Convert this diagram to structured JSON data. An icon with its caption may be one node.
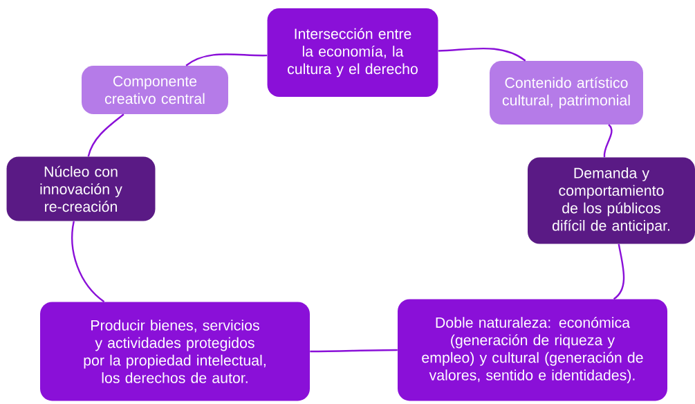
{
  "diagram": {
    "nodes": [
      {
        "text": [
          "Intersección entre la economía, la cultura y el derecho"
        ]
      },
      {
        "text": [
          "Contenido artístico cultural, patrimonial"
        ]
      },
      {
        "text": [
          "Demanda y comportamiento de los públicos difícil de anticipar."
        ]
      },
      {
        "text": [
          "Doble naturaleza: económica (generación de riqueza y empleo) y cultural (generación de valores, sentido e identidades)."
        ]
      },
      {
        "text": [
          "Producir bienes, servicios y actividades protegidos por la propiedad intelectual, los derechos de autor."
        ]
      },
      {
        "text": [
          "Núcleo con innovación y re-creación"
        ]
      },
      {
        "text": [
          "Componente creativo central"
        ]
      }
    ],
    "edges": [
      {
        "from": 0,
        "to": 1,
        "arrow": "none"
      },
      {
        "from": 1,
        "to": 2,
        "arrow": "none"
      },
      {
        "from": 2,
        "to": 3,
        "arrow": "none"
      },
      {
        "from": 3,
        "to": 4,
        "arrow": "none"
      },
      {
        "from": 4,
        "to": 5,
        "arrow": "none"
      },
      {
        "from": 5,
        "to": 6,
        "arrow": "none"
      },
      {
        "from": 6,
        "to": 0,
        "arrow": "none"
      }
    ]
  }
}
